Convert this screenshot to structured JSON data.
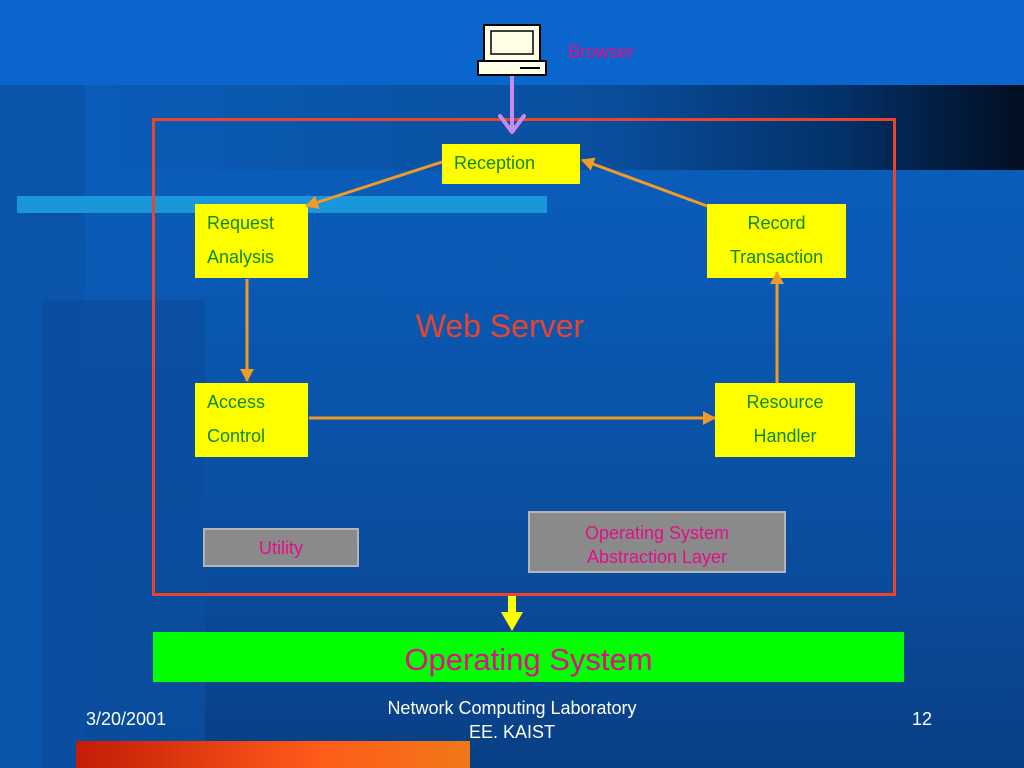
{
  "diagram": {
    "browser_label": "Browser",
    "server_label": "Web Server",
    "nodes": {
      "reception": {
        "lines": [
          "Reception"
        ]
      },
      "request_analysis": {
        "lines": [
          "Request",
          "Analysis"
        ]
      },
      "record_transaction": {
        "lines": [
          "Record",
          "Transaction"
        ]
      },
      "access_control": {
        "lines": [
          "Access",
          "Control"
        ]
      },
      "resource_handler": {
        "lines": [
          "Resource",
          "Handler"
        ]
      },
      "utility": {
        "lines": [
          "Utility"
        ]
      },
      "os_abstraction": {
        "lines": [
          "Operating System",
          "Abstraction Layer"
        ]
      },
      "operating_system": {
        "lines": [
          "Operating System"
        ]
      }
    },
    "edges": [
      {
        "from": "browser",
        "to": "reception"
      },
      {
        "from": "reception",
        "to": "request_analysis"
      },
      {
        "from": "request_analysis",
        "to": "access_control"
      },
      {
        "from": "access_control",
        "to": "resource_handler"
      },
      {
        "from": "resource_handler",
        "to": "record_transaction"
      },
      {
        "from": "record_transaction",
        "to": "reception"
      },
      {
        "from": "web_server",
        "to": "operating_system"
      }
    ],
    "colors": {
      "box_fill": "#ffff00",
      "box_text": "#0a8a12",
      "frame": "#e8452c",
      "arrow": "#f09a28",
      "browser_arrow": "#c88cf0",
      "os_fill": "#00ff00",
      "magenta_text": "#e0108a"
    }
  },
  "footer": {
    "date": "3/20/2001",
    "center_lines": [
      "Network Computing Laboratory",
      "EE. KAIST"
    ],
    "page_number": "12"
  }
}
